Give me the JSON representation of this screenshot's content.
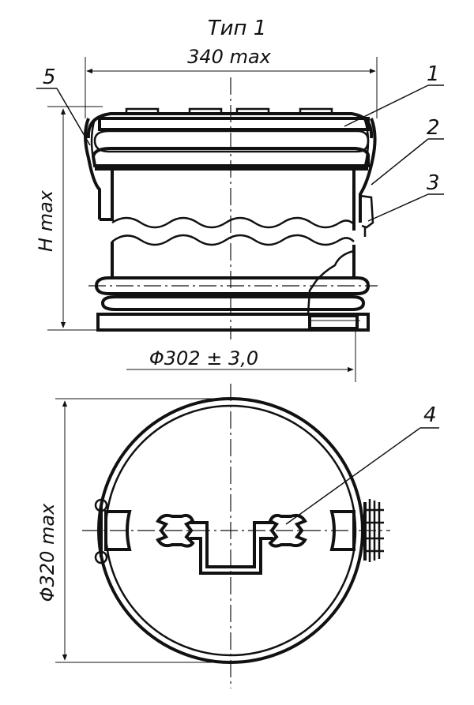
{
  "drawing": {
    "type_label": "Тип 1",
    "width_dim": "340 max",
    "height_dim": "H max",
    "base_diameter_dim": "Φ302 ± 3,0",
    "plan_diameter_dim": "Φ320 max",
    "callouts": [
      "1",
      "2",
      "3",
      "4",
      "5"
    ]
  }
}
